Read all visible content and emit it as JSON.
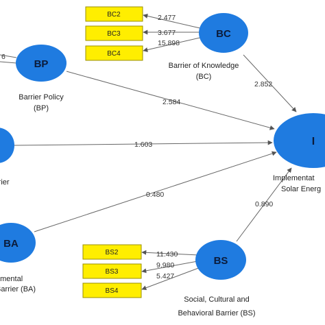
{
  "colors": {
    "node_fill": "#1f7be0",
    "indicator_fill": "#ffee00",
    "indicator_border": "#9a8f00",
    "edge": "#666666"
  },
  "nodes": {
    "bp": {
      "code": "BP",
      "label_line1": "Barrier Policy",
      "label_line2": "(BP)"
    },
    "bc": {
      "code": "BC",
      "label_line1": "Barrier of Knowledge",
      "label_line2": "(BC)"
    },
    "bt": {
      "code": "",
      "label_line1": "rrier"
    },
    "ba": {
      "code": "BA",
      "label_line1": "nmental",
      "label_line2": "Barrier (BA)"
    },
    "bs": {
      "code": "BS",
      "label_line1": "Social, Cultural and",
      "label_line2": "Behavioral Barrier (BS)"
    },
    "i": {
      "code": "I",
      "label_line1": "Implementat",
      "label_line2": "Solar Energ"
    }
  },
  "indicators": {
    "bc2": "BC2",
    "bc3": "BC3",
    "bc4": "BC4",
    "bs2": "BS2",
    "bs3": "BS3",
    "bs4": "BS4"
  },
  "loadings": {
    "bc2": "2.477",
    "bc3": "3.677",
    "bc4": "15.898",
    "bs2": "11.430",
    "bs3": "9.980",
    "bs4": "5.427",
    "bp_partial": "6"
  },
  "paths": {
    "bp_i": "2.584",
    "bc_i": "2.852",
    "bt_i": "1.603",
    "ba_i": "0.480",
    "bs_i": "0.890"
  }
}
